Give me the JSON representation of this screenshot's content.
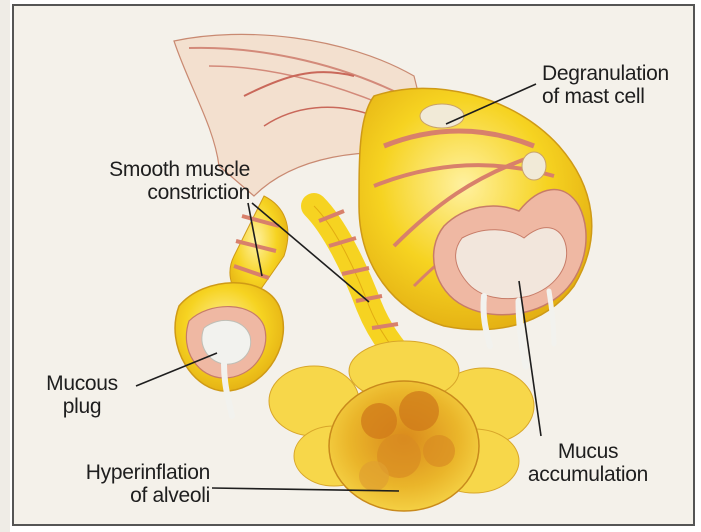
{
  "labels": {
    "degranulation": [
      "Degranulation",
      "of mast cell"
    ],
    "smooth_muscle": [
      "Smooth muscle",
      "constriction"
    ],
    "mucous_plug": [
      "Mucous",
      "plug"
    ],
    "hyperinflation": [
      "Hyperinflation",
      "of alveoli"
    ],
    "mucus_accumulation": [
      "Mucus",
      "accumulation"
    ]
  },
  "colors": {
    "background": "#f4f1ea",
    "frame": "#555555",
    "airway_yellow": "#f6d321",
    "airway_highlight": "#fff1a0",
    "mucosa_pink": "#efb8a3",
    "muscle_band": "#d8806b",
    "vessel_red": "#c9685a",
    "mucus_white": "#f2f2ee",
    "alveoli_orange": "#e9a826",
    "label_text": "#1e1e1e",
    "leader_line": "#1e1e1e"
  }
}
